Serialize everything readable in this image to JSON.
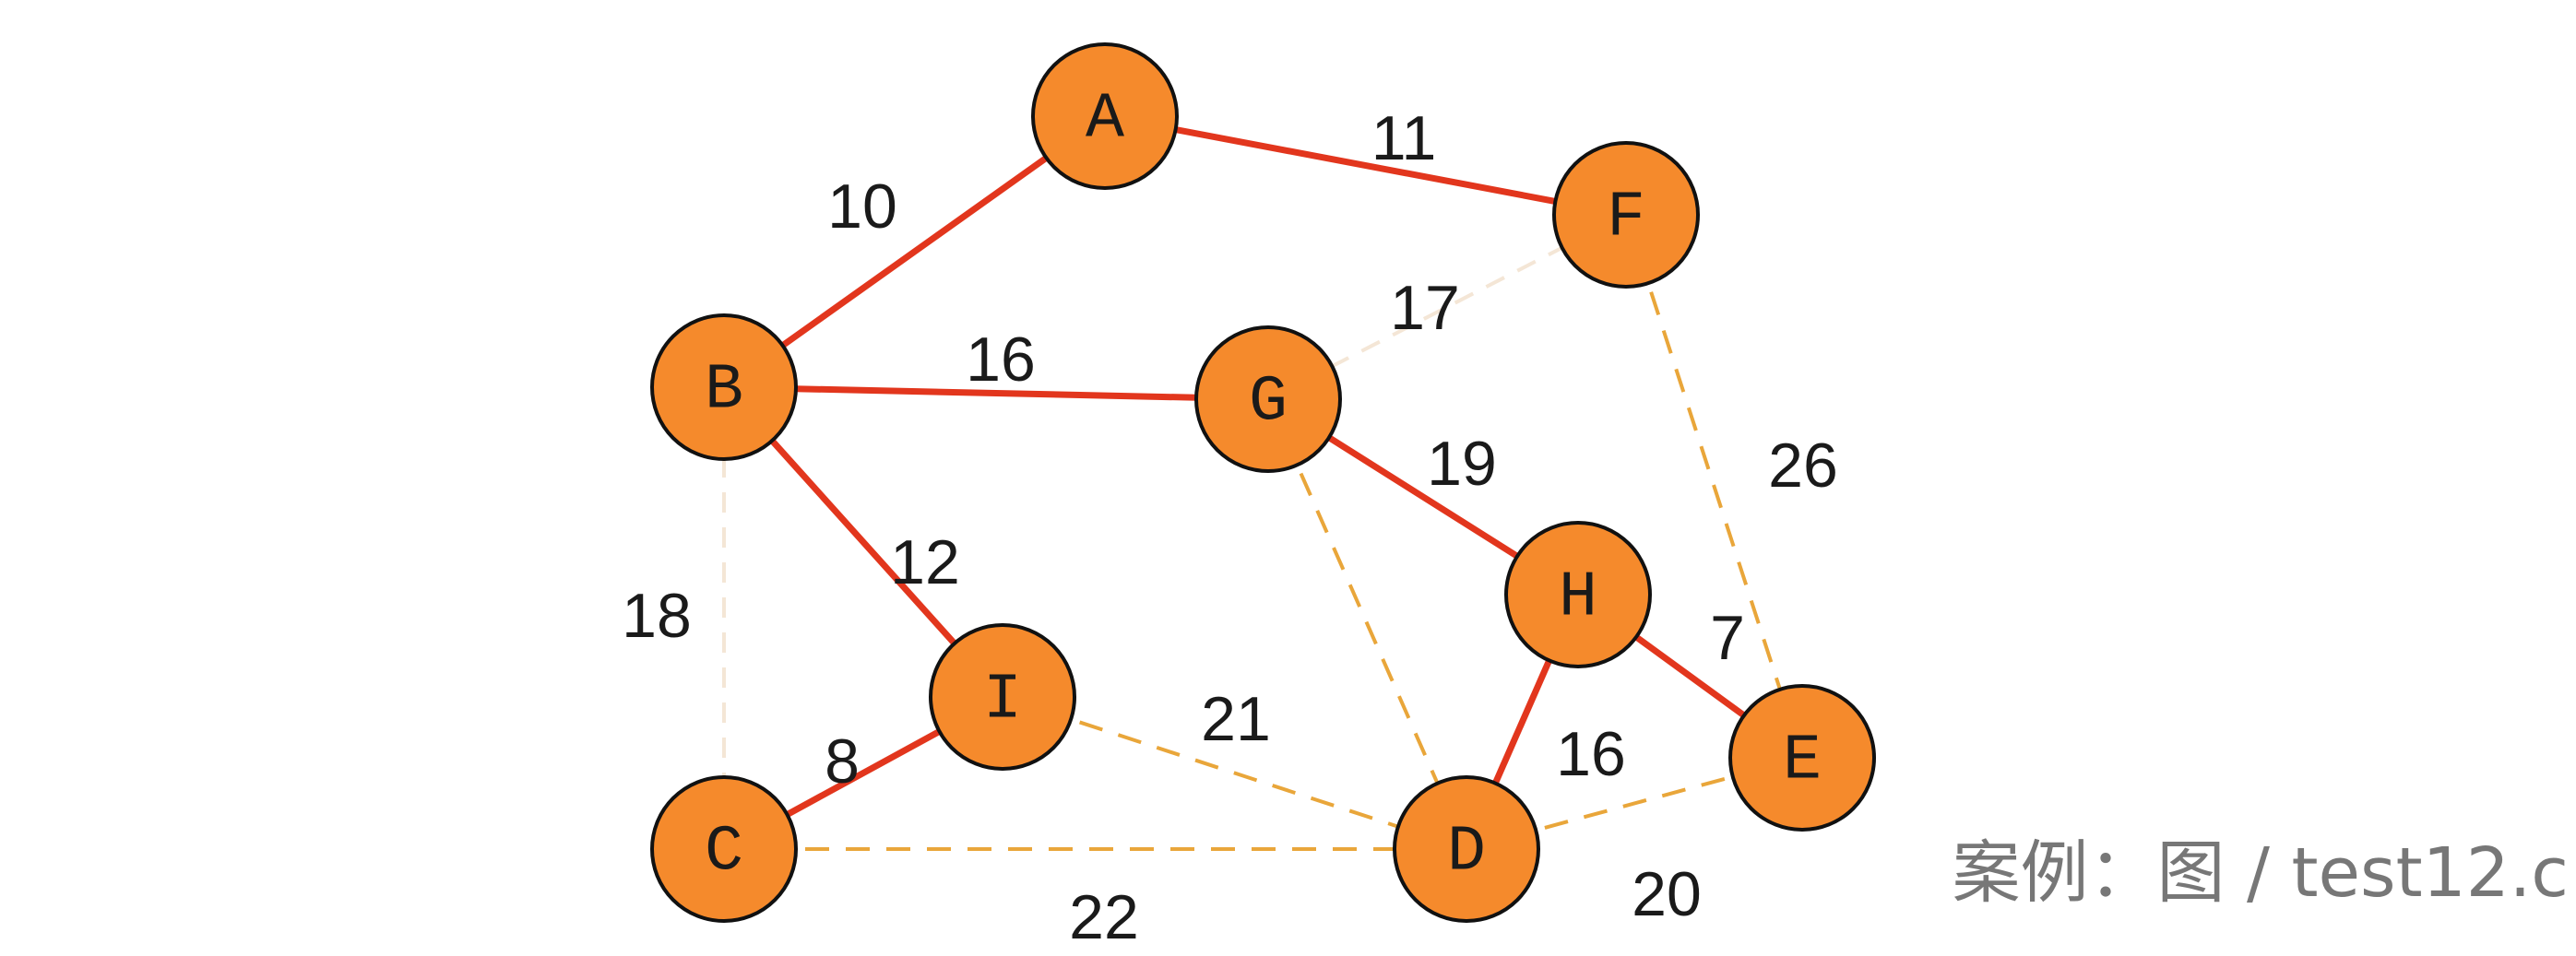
{
  "graph": {
    "colors": {
      "node_fill": "#F58A2C",
      "node_stroke": "#111111",
      "mst_edge": "#E2361D",
      "candidate_edge": "#E9A63A",
      "faded_edge": "#F4E6D6"
    },
    "nodes": [
      {
        "id": "A",
        "label": "A"
      },
      {
        "id": "B",
        "label": "B"
      },
      {
        "id": "C",
        "label": "C"
      },
      {
        "id": "D",
        "label": "D"
      },
      {
        "id": "E",
        "label": "E"
      },
      {
        "id": "F",
        "label": "F"
      },
      {
        "id": "G",
        "label": "G"
      },
      {
        "id": "H",
        "label": "H"
      },
      {
        "id": "I",
        "label": "I"
      }
    ],
    "edges": [
      {
        "from": "A",
        "to": "B",
        "weight": "10",
        "style": "solid"
      },
      {
        "from": "A",
        "to": "F",
        "weight": "11",
        "style": "solid"
      },
      {
        "from": "B",
        "to": "G",
        "weight": "16",
        "style": "solid"
      },
      {
        "from": "B",
        "to": "I",
        "weight": "12",
        "style": "solid"
      },
      {
        "from": "I",
        "to": "C",
        "weight": "8",
        "style": "solid"
      },
      {
        "from": "G",
        "to": "H",
        "weight": "19",
        "style": "solid"
      },
      {
        "from": "H",
        "to": "E",
        "weight": "7",
        "style": "solid"
      },
      {
        "from": "H",
        "to": "D",
        "weight": "16",
        "style": "solid"
      },
      {
        "from": "G",
        "to": "F",
        "weight": "17",
        "style": "faded"
      },
      {
        "from": "B",
        "to": "C",
        "weight": "18",
        "style": "faded"
      },
      {
        "from": "F",
        "to": "E",
        "weight": "26",
        "style": "dashed"
      },
      {
        "from": "I",
        "to": "D",
        "weight": "21",
        "style": "dashed"
      },
      {
        "from": "G",
        "to": "D",
        "weight": "",
        "style": "dashed"
      },
      {
        "from": "C",
        "to": "D",
        "weight": "22",
        "style": "dashed"
      },
      {
        "from": "D",
        "to": "E",
        "weight": "20",
        "style": "dashed"
      }
    ]
  },
  "caption": {
    "text": "案例：图 / test12.c"
  }
}
